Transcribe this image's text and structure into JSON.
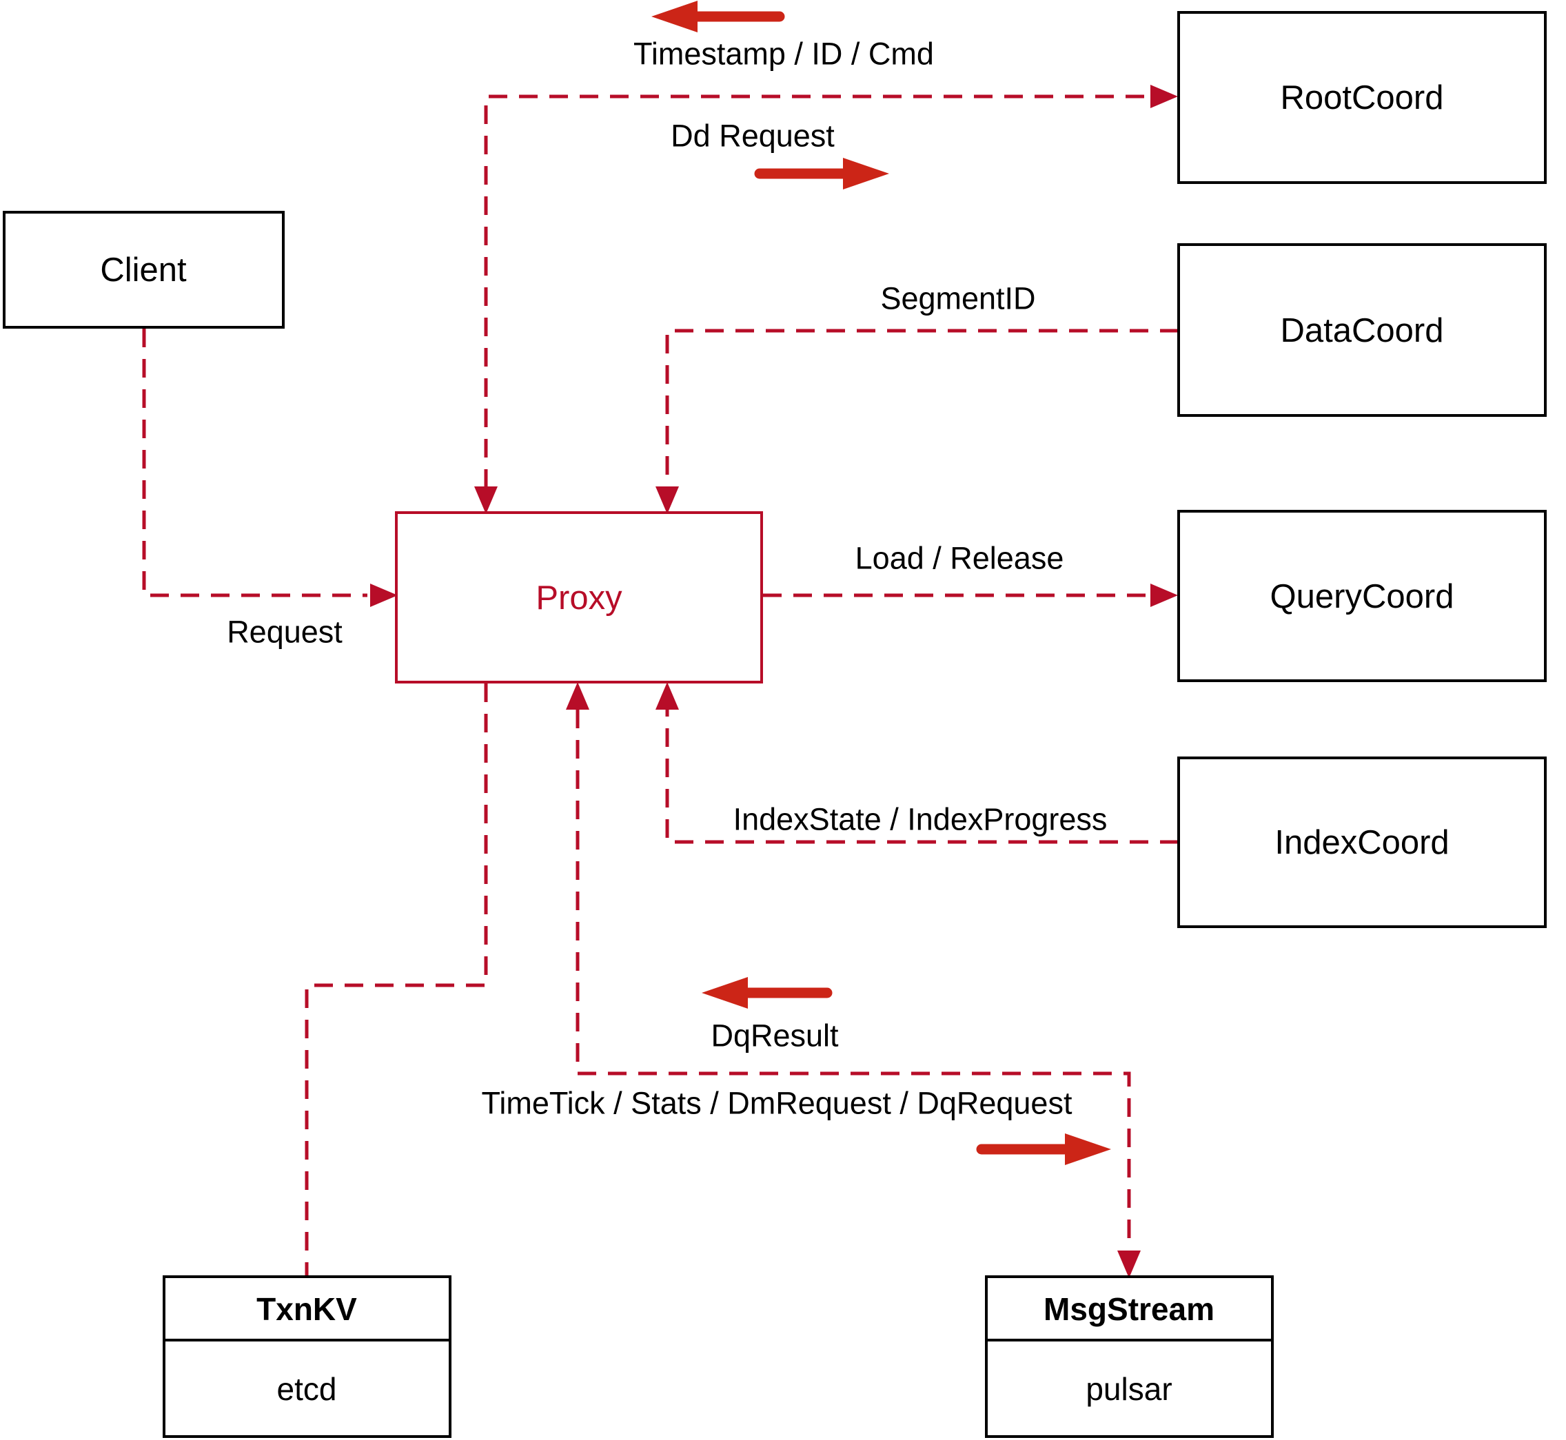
{
  "nodes": {
    "client": {
      "label": "Client"
    },
    "rootcoord": {
      "label": "RootCoord"
    },
    "datacoord": {
      "label": "DataCoord"
    },
    "querycoord": {
      "label": "QueryCoord"
    },
    "indexcoord": {
      "label": "IndexCoord"
    },
    "proxy": {
      "label": "Proxy"
    },
    "txnkv": {
      "label": "TxnKV",
      "sublabel": "etcd"
    },
    "msgstream": {
      "label": "MsgStream",
      "sublabel": "pulsar"
    }
  },
  "edge_labels": {
    "timestamp_id_cmd": "Timestamp / ID / Cmd",
    "dd_request": "Dd Request",
    "segment_id": "SegmentID",
    "load_release": "Load / Release",
    "index_state_progress": "IndexState / IndexProgress",
    "request": "Request",
    "dq_result": "DqResult",
    "timetick_stats": "TimeTick / Stats / DmRequest / DqRequest"
  },
  "colors": {
    "dashed_line_red": "#b70d28",
    "solid_arrow_red": "#cc2517",
    "box_border_black": "#000000",
    "label_text_black": "#000000",
    "background": "#ffffff"
  }
}
